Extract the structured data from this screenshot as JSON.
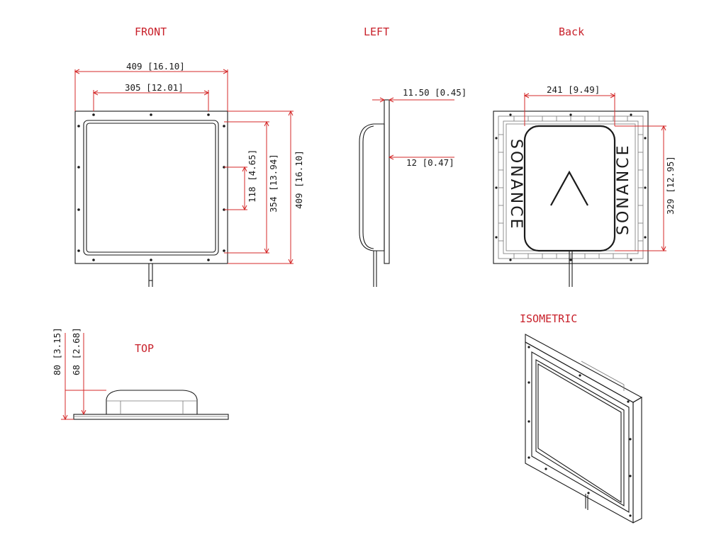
{
  "views": {
    "front": "FRONT",
    "left": "LEFT",
    "back": "Back",
    "top": "TOP",
    "isometric": "ISOMETRIC"
  },
  "dimensions": {
    "front_width": "409 [16.10]",
    "front_inner_width": "305 [12.01]",
    "front_height": "409 [16.10]",
    "front_inner_height": "354 [13.94]",
    "front_small_height": "118 [4.65]",
    "left_flange": "11.50 [0.45]",
    "left_depth": "12 [0.47]",
    "back_width": "241 [9.49]",
    "back_height": "329 [12.95]",
    "top_total_height": "80 [3.15]",
    "top_body_height": "68 [2.68]"
  },
  "brand": {
    "name": "SONANCE"
  },
  "colors": {
    "dimension_line": "#d42a2a",
    "title": "#c8202a",
    "outline": "#1a1a1a"
  }
}
